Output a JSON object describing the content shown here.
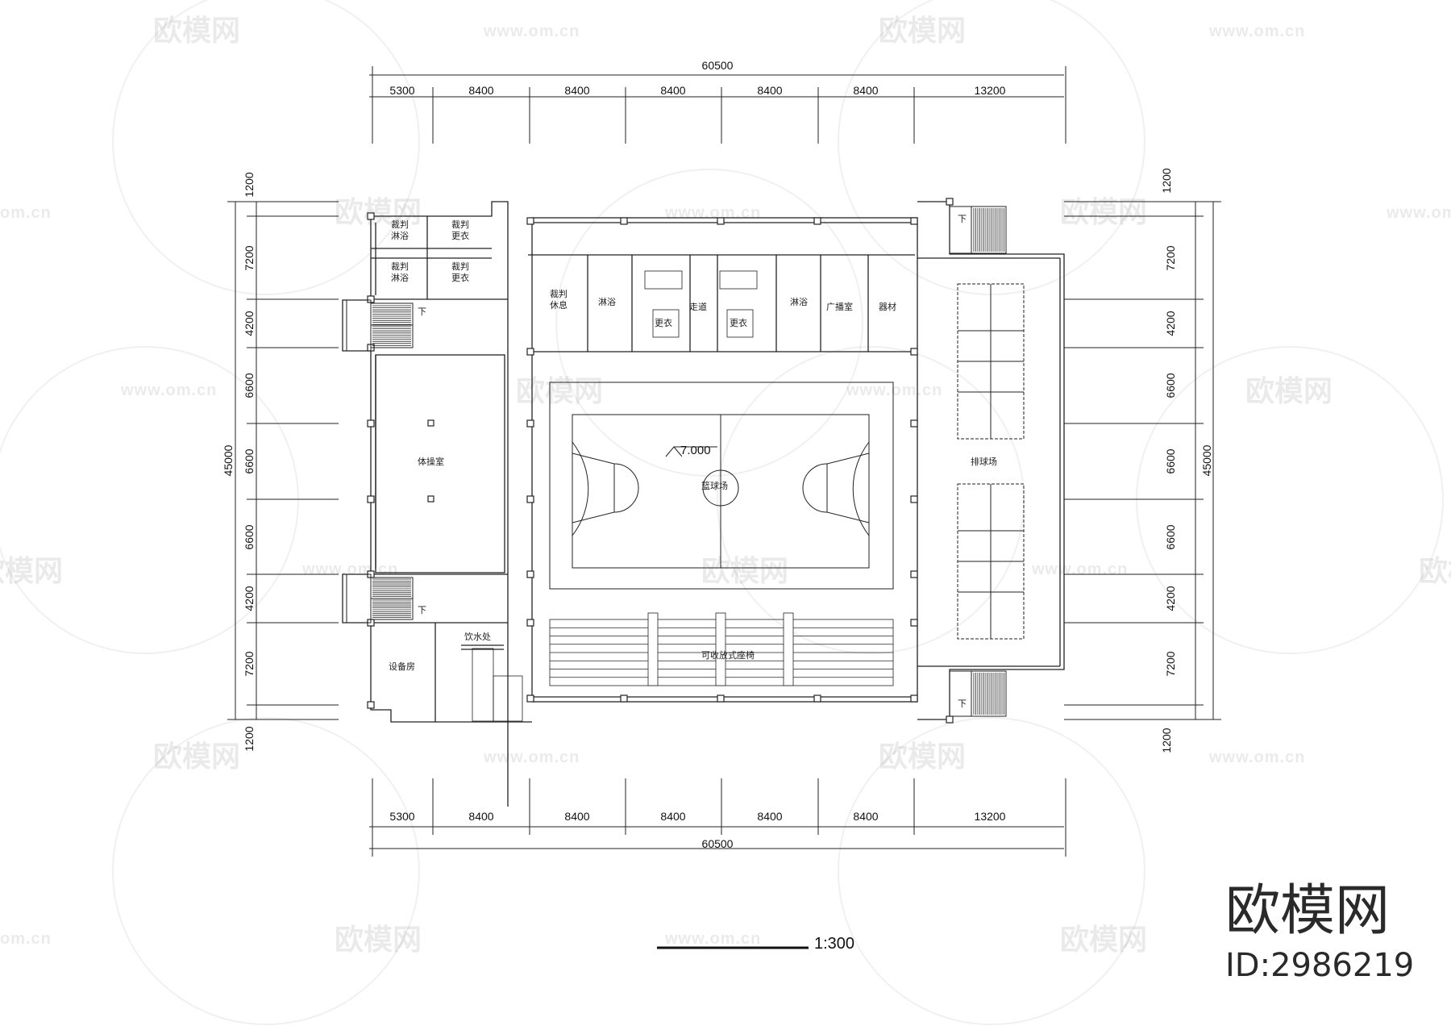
{
  "dims": {
    "total": "60500",
    "spans": [
      "5300",
      "8400",
      "8400",
      "8400",
      "8400",
      "8400",
      "13200"
    ],
    "total_v": "45000",
    "spans_v": [
      "1200",
      "7200",
      "4200",
      "6600",
      "6600",
      "6600",
      "4200",
      "7200",
      "1200"
    ]
  },
  "rooms": {
    "ref_bath_1": "裁判\n淋浴",
    "ref_change_1": "裁判\n更衣",
    "ref_bath_2": "裁判\n淋浴",
    "ref_change_2": "裁判\n更衣",
    "ref_rest": "裁判\n休息",
    "bath_a": "淋浴",
    "changing_a": "更衣",
    "corridor": "走道",
    "changing_b": "更衣",
    "bath_b": "淋浴",
    "broadcast": "广播室",
    "equipment": "器材",
    "gym": "体操室",
    "basketball": "篮球场",
    "volleyball": "排球场",
    "water": "饮水处",
    "machine": "设备房",
    "seating": "可收放式座椅"
  },
  "elevation": "7.000",
  "stair_down": "下",
  "scale": "1:300",
  "watermark": {
    "brand": "欧模网",
    "url": "www.om.cn",
    "url_short": "om.cn"
  },
  "brand": {
    "name": "欧模网",
    "id": "ID:2986219"
  }
}
